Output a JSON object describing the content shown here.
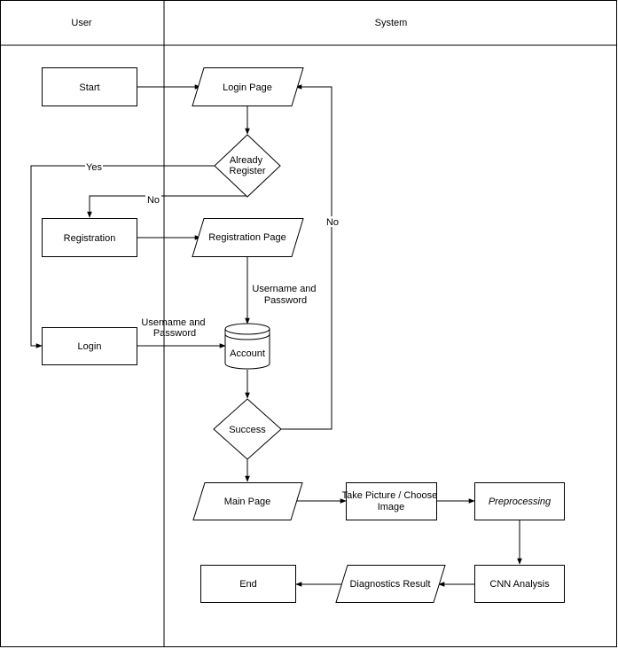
{
  "lanes": {
    "user": "User",
    "system": "System"
  },
  "nodes": {
    "start": "Start",
    "login_page": "Login Page",
    "already_register": [
      "Already",
      "Register"
    ],
    "registration": "Registration",
    "registration_page": "Registration Page",
    "account": "Account",
    "login": "Login",
    "success": "Success",
    "main_page": "Main Page",
    "take_picture": [
      "Take Picture / Choose",
      "Image"
    ],
    "preprocessing": "Preprocessing",
    "cnn_analysis": "CNN Analysis",
    "diagnostics_result": "Diagnostics Result",
    "end": "End"
  },
  "edge_labels": {
    "yes": "Yes",
    "no_register": "No",
    "no_success": "No",
    "credentials_system": [
      "Username and",
      "Password"
    ],
    "credentials_user": [
      "Username and",
      "Password"
    ]
  },
  "colors": {
    "stroke": "#000000",
    "fill": "#ffffff",
    "background": "#ffffff"
  }
}
